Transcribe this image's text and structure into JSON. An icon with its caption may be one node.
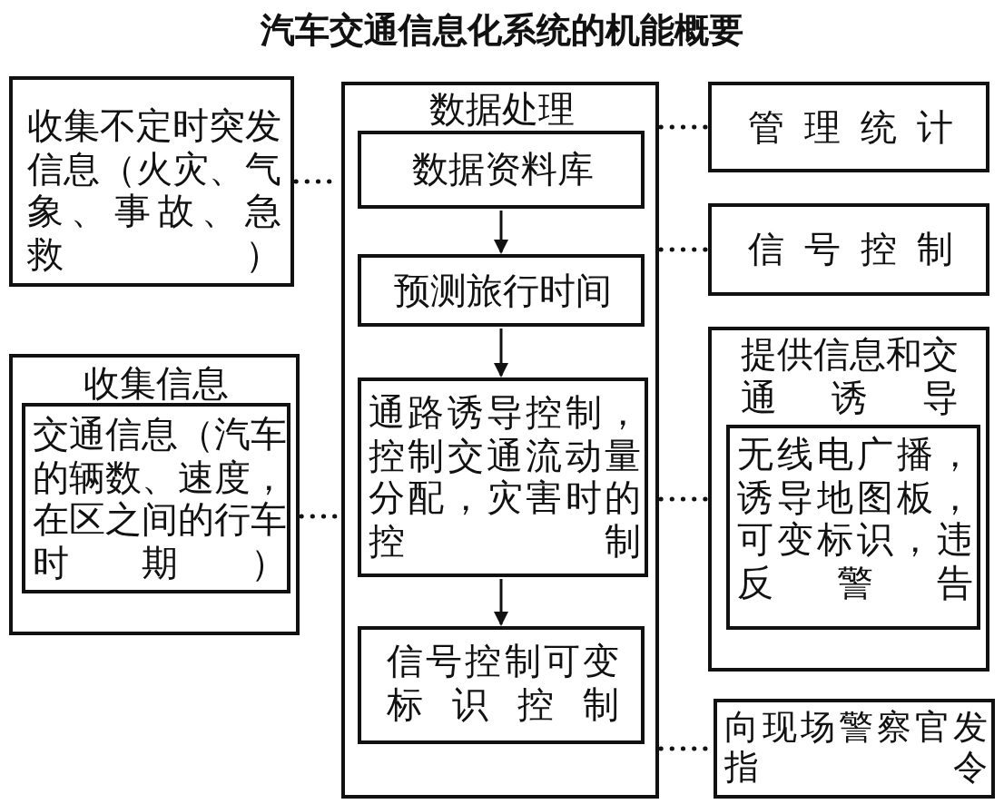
{
  "diagram": {
    "title": "汽车交通信息化系统的机能概要",
    "nodes": [
      {
        "text": [
          "收集不定时突发信息（火灾、气象、事故、急救）"
        ]
      },
      {
        "text": [
          "收集信息"
        ]
      },
      {
        "text": [
          "交通信息（汽车的辆数、速度，在区之间的行车时期）"
        ],
        "in": 1
      },
      {
        "text": [
          "数据处理"
        ]
      },
      {
        "text": [
          "数据资料库"
        ],
        "in": 3
      },
      {
        "text": [
          "预测旅行时间"
        ],
        "in": 3
      },
      {
        "text": [
          "通路诱导控制，控制交通流动量分配，灾害时的控制"
        ],
        "in": 3
      },
      {
        "text": [
          "信号控制可变标识控制"
        ],
        "in": 3
      },
      {
        "text": [
          "管理统计"
        ]
      },
      {
        "text": [
          "信号控制"
        ]
      },
      {
        "text": [
          "提供信息和交通诱导"
        ]
      },
      {
        "text": [
          "无线电广播，诱导地图板，可变标识，违反警告"
        ],
        "in": 10
      },
      {
        "text": [
          "向现场警察官发指令"
        ]
      }
    ],
    "edges": [
      {
        "from": 0,
        "to": 3,
        "arrow": "none",
        "style": "dashed"
      },
      {
        "from": 1,
        "to": 3,
        "arrow": "none",
        "style": "dashed"
      },
      {
        "from": 4,
        "to": 5,
        "arrow": "to"
      },
      {
        "from": 5,
        "to": 6,
        "arrow": "to"
      },
      {
        "from": 6,
        "to": 7,
        "arrow": "to"
      },
      {
        "from": 3,
        "to": 8,
        "arrow": "none",
        "style": "dashed"
      },
      {
        "from": 3,
        "to": 9,
        "arrow": "none",
        "style": "dashed"
      },
      {
        "from": 3,
        "to": 10,
        "arrow": "none",
        "style": "dashed"
      },
      {
        "from": 3,
        "to": 12,
        "arrow": "none",
        "style": "dashed"
      }
    ]
  }
}
